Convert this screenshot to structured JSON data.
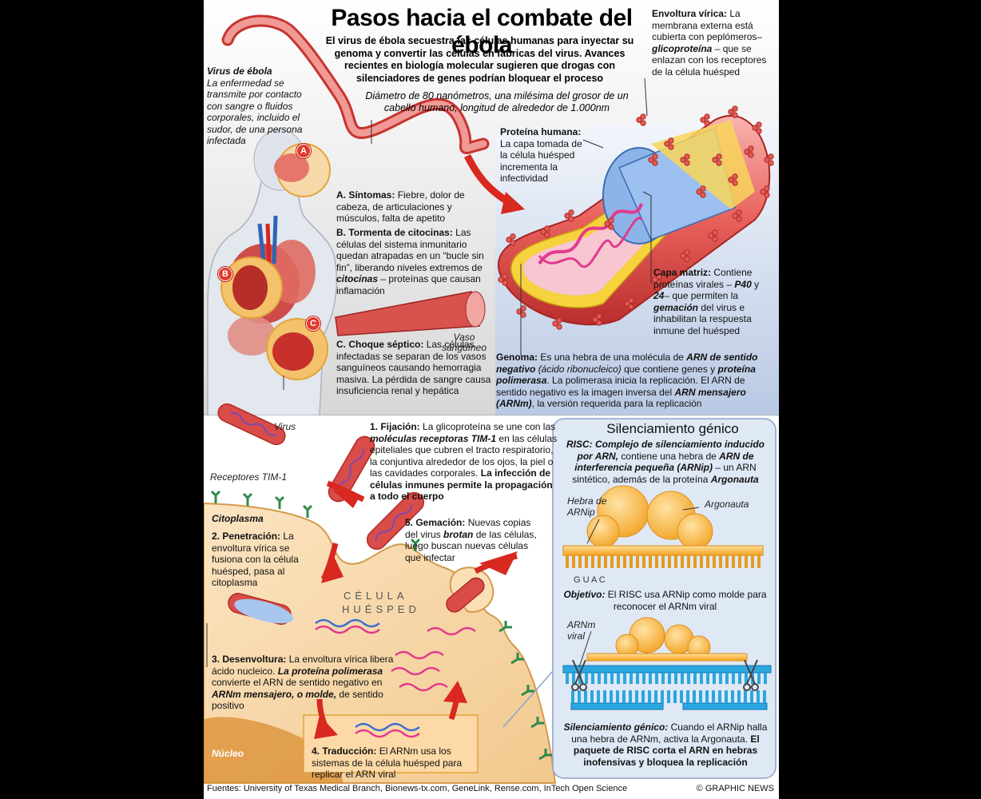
{
  "title": "Pasos hacia el combate del ébola",
  "intro": "El virus de ébola secuestra las células humanas para inyectar su genoma y convertir las células en fábricas del virus. Avances recientes en biología molecular sugieren que drogas con silenciadores de genes podrían bloquear el proceso",
  "diameter_note": "Diámetro de 80 nanómetros, una milésima del grosor de un cabello humano, longitud de alrededor de 1.000nm",
  "virus_ebola": {
    "heading": "Virus de ébola",
    "text": "La enfermedad se transmite por contacto con sangre o fluidos corporales, incluido el sudor, de una persona infectada"
  },
  "badges": {
    "a": "A",
    "b": "B",
    "c": "C"
  },
  "symptoms": {
    "a_head": "A. Síntomas:",
    "a_text": "Fiebre, dolor de cabeza, de articulaciones y músculos, falta de apetito",
    "b_head": "B. Tormenta de citocinas:",
    "b_text1": "Las células del sistema inmunitario quedan atrapadas en un “bucle sin fin”, liberando niveles extremos de",
    "b_em": "citocinas",
    "b_text2": "– proteínas que causan inflamación",
    "c_head": "C. Choque séptico:",
    "c_text": "Las células infectadas se separan de los vasos sanguíneos causando hemorragia masiva. La pérdida de sangre causa insuficiencia renal y hepática"
  },
  "vaso_label": "Vaso sanguíneo",
  "envoltura": {
    "head": "Envoltura vírica:",
    "text1": "La membrana externa está cubierta con peplómeros–",
    "em": "glicoproteína",
    "text2": "– que se enlazan con los receptores de la célula huésped"
  },
  "proteina_humana": {
    "head": "Proteína humana:",
    "text": "La capa tomada de la célula huésped incrementa la infectividad"
  },
  "capa_matriz": {
    "head": "Capa matriz:",
    "text1": "Contiene proteínas virales –",
    "em1": "P40",
    "mid": "y",
    "em2": "24",
    "text2": "– que permiten la",
    "em3": "gemación",
    "text3": "del virus e inhabilitan la respuesta inmune del huésped"
  },
  "genoma": {
    "head": "Genoma:",
    "text1": "Es una hebra de una molécula de",
    "em1": "ARN de sentido negativo",
    "paren": "(ácido ribonucleico)",
    "text2": "que contiene genes y",
    "em2": "proteína polimerasa",
    "text3": ". La polimerasa inicia la replicación. El ARN de sentido negativo es la imagen inversa del",
    "em3": "ARN mensajero (ARNm)",
    "text4": ", la versión requerida para la replicación"
  },
  "steps": {
    "virus_label": "Virus",
    "receptores_label": "Receptores TIM-1",
    "citoplasma_label": "Citoplasma",
    "celula_1": "CÉLULA",
    "celula_2": "HUÉSPED",
    "nucleo_label": "Núcleo",
    "s1_head": "1. Fijación:",
    "s1_text1": "La glicoproteína se une con las",
    "s1_em": "moléculas receptoras TIM-1",
    "s1_text2": "en las células epiteliales que cubren el tracto respiratorio, la conjuntiva alrededor de los ojos, la piel o las cavidades corporales.",
    "s1_bold": "La infección de células inmunes permite la propagación a todo el cuerpo",
    "s2_head": "2. Penetración:",
    "s2_text": "La envoltura vírica se fusiona con la célula huésped, pasa al citoplasma",
    "s3_head": "3. Desenvoltura:",
    "s3_text1": "La envoltura vírica libera ácido nucleico.",
    "s3_em1": "La proteína polimerasa",
    "s3_text2": "convierte el ARN de sentido negativo en",
    "s3_em2": "ARNm mensajero, o molde,",
    "s3_text3": "de sentido positivo",
    "s4_head": "4. Traducción:",
    "s4_text": "El ARNm usa los sistemas de la célula huésped para replicar el ARN viral",
    "s5_head": "5. Gemación:",
    "s5_text1": "Nuevas copias del virus",
    "s5_em": "brotan",
    "s5_text2": "de las células, luego buscan nuevas células que infectar"
  },
  "silencing": {
    "title": "Silenciamiento génico",
    "risc_em": "RISC: Complejo de silenciamiento inducido por ARN,",
    "risc_text1": "contiene una hebra de",
    "risc_em2": "ARN de interferencia pequeña (ARNip)",
    "risc_text2": "– un ARN sintético, además de la proteína",
    "risc_em3": "Argonauta",
    "hebra_label": "Hebra de ARNip",
    "argonauta_label": "Argonauta",
    "guac": "G U A C",
    "objetivo_head": "Objetivo:",
    "objetivo_text": "El RISC usa ARNip como molde para reconocer el ARNm viral",
    "arnm_label": "ARNm viral",
    "silenc_head": "Silenciamiento génico:",
    "silenc_text": "Cuando el ARNip halla una hebra de ARNm, activa la Argonauta.",
    "silenc_bold": "El paquete de RISC corta el ARN en hebras inofensivas y bloquea la replicación"
  },
  "footer": {
    "sources": "Fuentes: University of Texas Medical Branch, Bionews-tx.com, GeneLink, Rense.com, InTech Open Science",
    "copyright": "© GRAPHIC NEWS"
  }
}
